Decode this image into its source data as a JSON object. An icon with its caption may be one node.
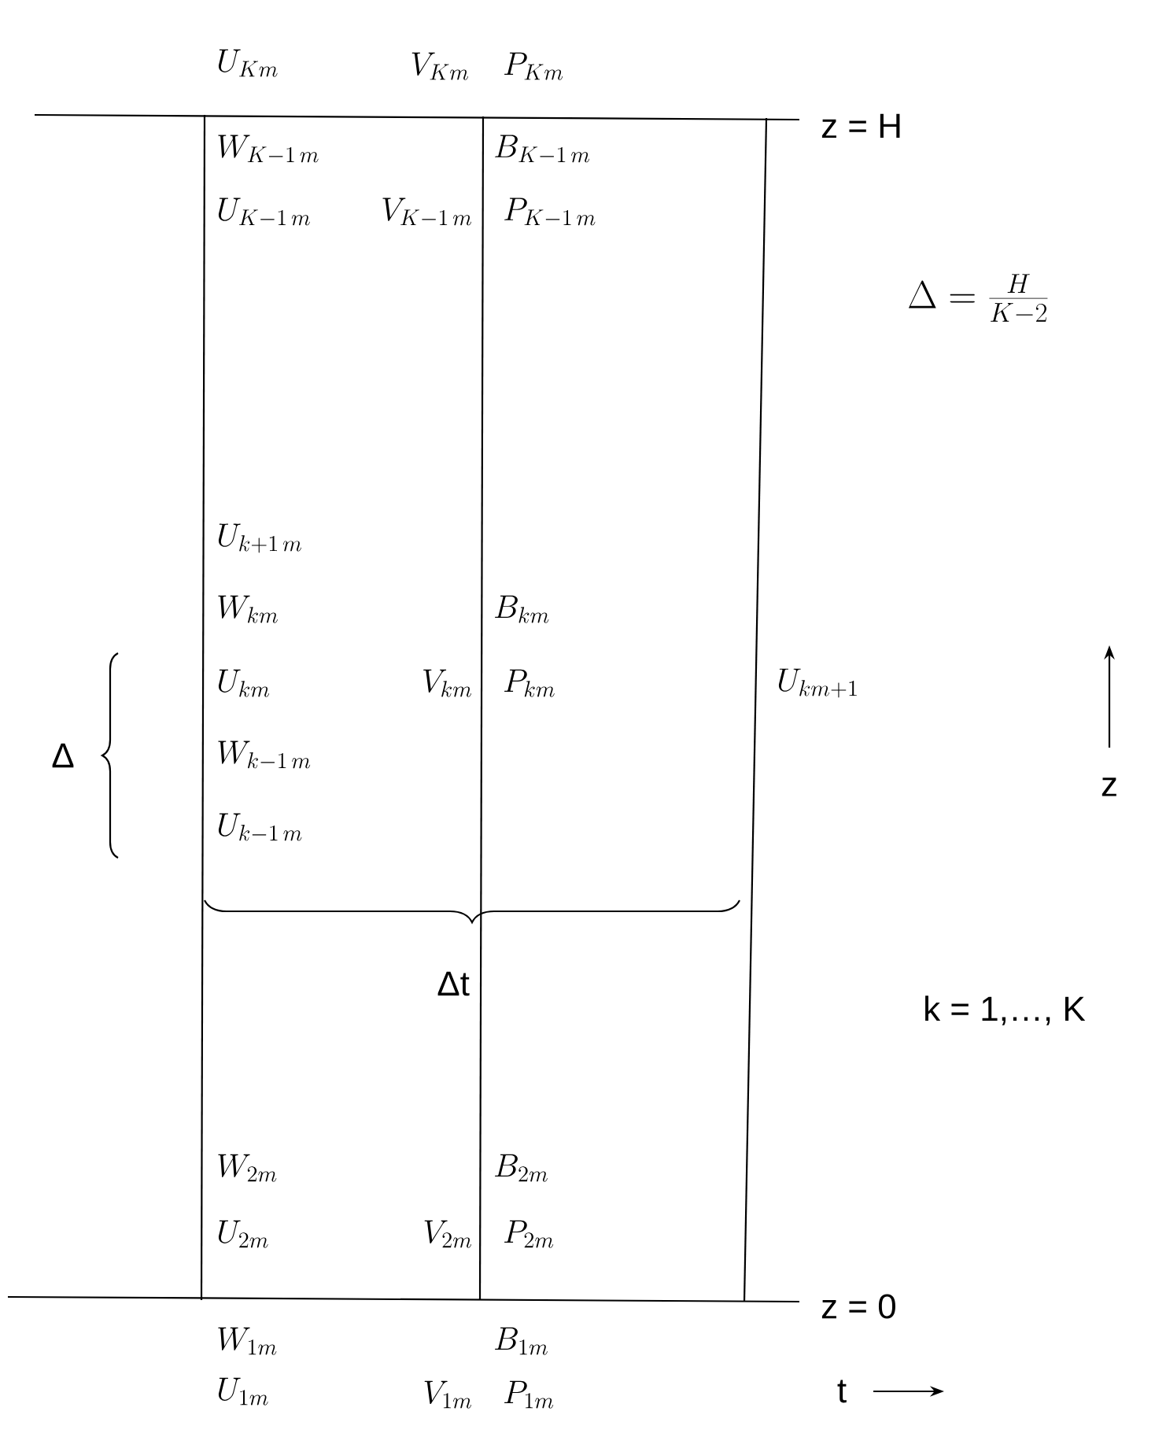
{
  "diagram": {
    "labels": [
      "U_{Km}",
      "V_{Km}",
      "P_{Km}",
      "z = H",
      "W_{K-1\\,m}",
      "B_{K-1\\,m}",
      "U_{K-1\\,m}",
      "V_{K-1\\,m}",
      "P_{K-1\\,m}",
      "\\Delta = \\frac{H}{K-2}",
      "U_{k+1\\,m}",
      "W_{km}",
      "B_{km}",
      "U_{km}",
      "V_{km}",
      "P_{km}",
      "U_{km+1}",
      "Δ",
      "W_{k-1\\,m}",
      "z",
      "U_{k-1\\,m}",
      "Δt",
      "k = 1,…, K",
      "W_{2m}",
      "B_{2m}",
      "U_{2m}",
      "V_{2m}",
      "P_{2m}",
      "z = 0",
      "W_{1m}",
      "B_{1m}",
      "U_{1m}",
      "V_{1m}",
      "P_{1m}",
      "t"
    ]
  }
}
